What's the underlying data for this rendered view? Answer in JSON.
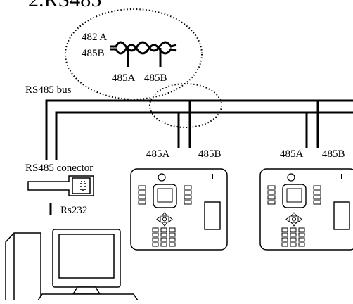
{
  "heading": "2.RS485",
  "twisted_pair": {
    "wire_a": "482 A",
    "wire_b": "485B",
    "tap_a": "485A",
    "tap_b": "485B"
  },
  "bus_label": "RS485 bus",
  "terminals": [
    {
      "a": "485A",
      "b": "485B"
    },
    {
      "a": "485A",
      "b": "485B"
    }
  ],
  "converter_label": "RS485 conector",
  "serial_label": "Rs232",
  "colors": {
    "line": "#000000",
    "background": "#ffffff"
  }
}
